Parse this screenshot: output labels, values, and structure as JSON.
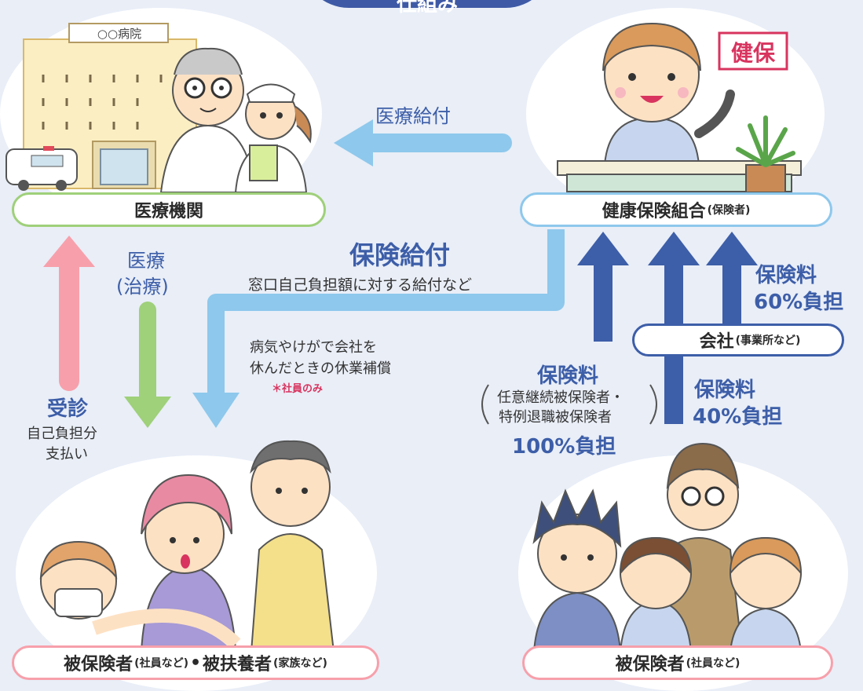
{
  "header": {
    "title": "仕組み"
  },
  "nodes": {
    "hospital_sign": "○○病院",
    "hospital": "医療機関",
    "insurer_sign": "健保",
    "insurer": "健康保険組合",
    "insurer_sub": "(保険者)",
    "company": "会社",
    "company_sub": "(事業所など)",
    "insured_family_a": "被保険者",
    "insured_family_a_sub": "(社員など)",
    "insured_family_dot": "•",
    "insured_family_b": "被扶養者",
    "insured_family_b_sub": "(家族など)",
    "insured": "被保険者",
    "insured_sub": "(社員など)"
  },
  "flows": {
    "medical_benefit": "医療給付",
    "insurance_benefit": "保険給付",
    "insurance_benefit_note": "窓口自己負担額に対する給付など",
    "sick_leave_line1": "病気やけがで会社を",
    "sick_leave_line2": "休んだときの休業補償",
    "employees_only": "＊社員のみ",
    "treatment_line1": "医療",
    "treatment_line2": "(治療)",
    "consult": "受診",
    "copay_line1": "自己負担分",
    "copay_line2": "支払い",
    "premium_100_label": "保険料",
    "premium_100_who1": "任意継続被保険者・",
    "premium_100_who2": "特例退職被保険者",
    "premium_100_share": "100%負担",
    "premium_60_label": "保険料",
    "premium_60_share": "60%負担",
    "premium_40_label": "保険料",
    "premium_40_share": "40%負担"
  },
  "colors": {
    "background": "#e9eef7",
    "dark_blue": "#3d5ea8",
    "light_blue": "#8ec8ec",
    "pink": "#f7a0ab",
    "green": "#9fd07a",
    "accent_red": "#d8345f"
  }
}
